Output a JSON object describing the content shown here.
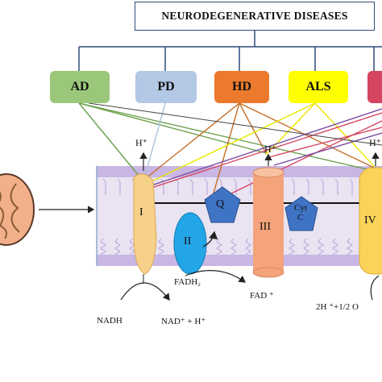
{
  "title": "NEURODEGENERATIVE DISEASES",
  "diseases": [
    {
      "label": "AD",
      "color": "#9bc77a"
    },
    {
      "label": "PD",
      "color": "#b3c8e4"
    },
    {
      "label": "HD",
      "color": "#ec7a2c"
    },
    {
      "label": "ALS",
      "color": "#ffff00"
    },
    {
      "label": "",
      "color": "#d64560"
    }
  ],
  "complexes": {
    "c1": "I",
    "c2": "II",
    "q": "Q",
    "c3": "III",
    "cytc_line1": "Cyt",
    "cytc_line2": "C",
    "c4": "IV"
  },
  "labels": {
    "h_plus_1": "H⁺",
    "h_plus_3": "H⁺",
    "h_plus_4": "H⁺",
    "nadh": "NADH",
    "nad": "NAD⁺ + H⁺",
    "fadh2": "FADH₂",
    "fad": "FAD ⁺",
    "water": "2H ⁺+1/2 O"
  },
  "colors": {
    "membrane": "#c9b6e4",
    "complex1": "#f7d08a",
    "complex2": "#22a6e8",
    "quinone": "#3f73c4",
    "complex3": "#f4a37a",
    "cytc": "#3f73c4",
    "complex4": "#fbd35a",
    "mitochondrion": "#f2b08a"
  }
}
